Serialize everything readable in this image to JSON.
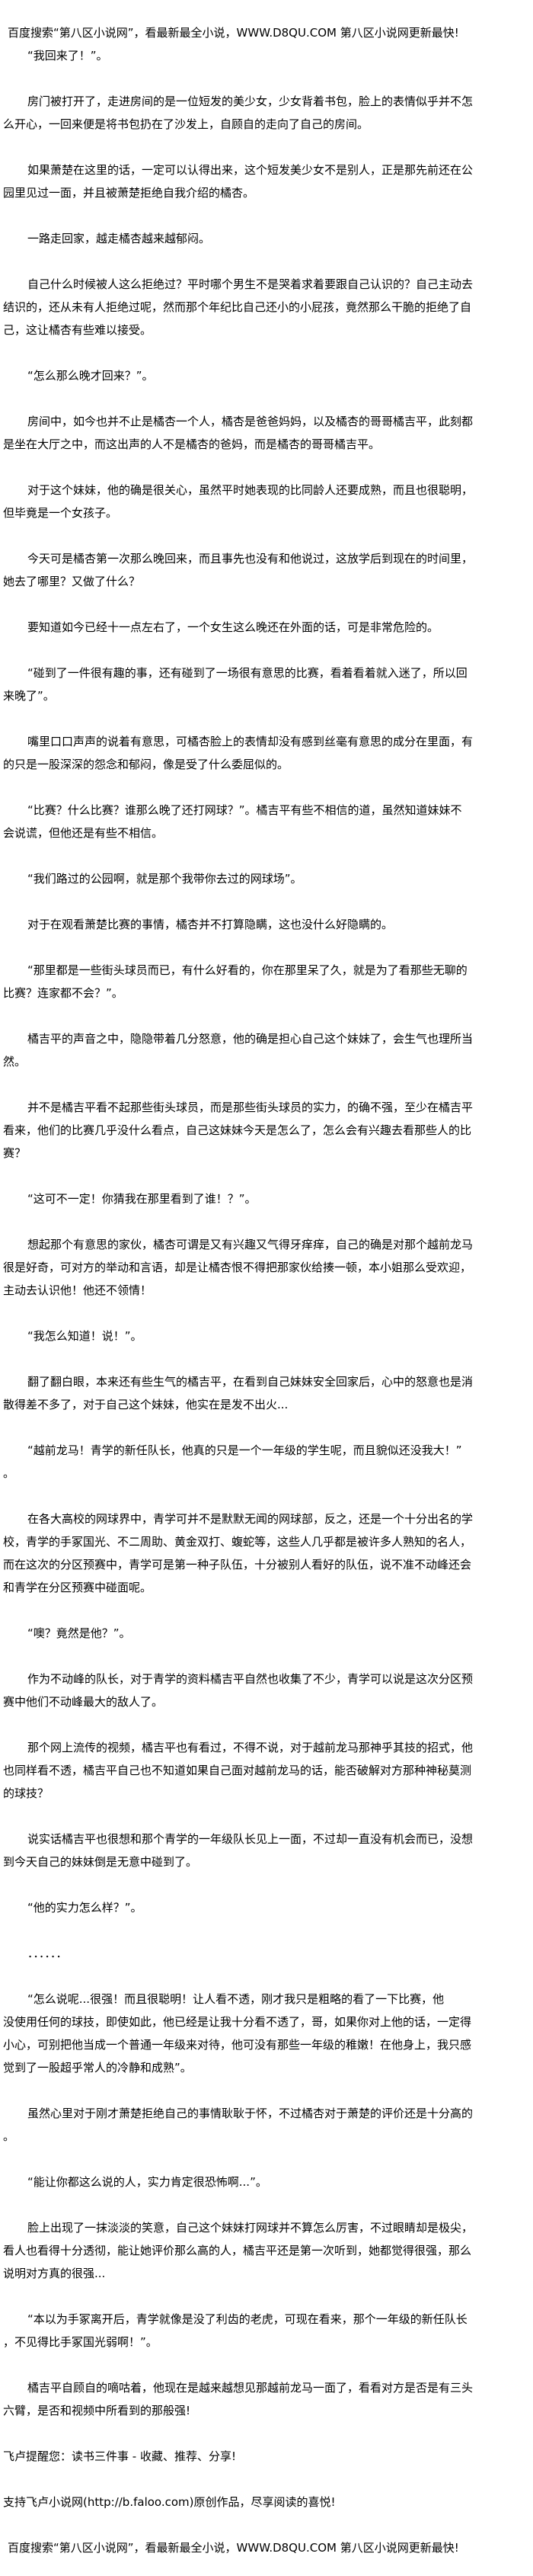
{
  "header_banner": "百度搜索“第八区小说网”，看最新最全小说，WWW.D8QU.COM  第八区小说网更新最快!",
  "paragraphs": [
    {
      "lines": [
        "“我回来了！”。"
      ]
    },
    {
      "lines": [
        "房门被打开了，走进房间的是一位短发的美少女，少女背着书包，脸上的表情似乎并不怎",
        "么开心，一回来便是将书包扔在了沙发上，自顾自的走向了自己的房间。"
      ]
    },
    {
      "lines": [
        "如果萧楚在这里的话，一定可以认得出来，这个短发美少女不是别人，正是那先前还在公",
        "园里见过一面，并且被萧楚拒绝自我介绍的橘杏。"
      ]
    },
    {
      "lines": [
        "一路走回家，越走橘杏越来越郁闷。"
      ]
    },
    {
      "lines": [
        "自己什么时候被人这么拒绝过？平时哪个男生不是哭着求着要跟自己认识的？自己主动去",
        "结识的，还从未有人拒绝过呢，然而那个年纪比自己还小的小屁孩，竟然那么干脆的拒绝了自",
        "己，这让橘杏有些难以接受。"
      ]
    },
    {
      "lines": [
        "“怎么那么晚才回来？”。"
      ]
    },
    {
      "lines": [
        "房间中，如今也并不止是橘杏一个人，橘杏是爸爸妈妈，以及橘杏的哥哥橘吉平，此刻都",
        "是坐在大厅之中，而这出声的人不是橘杏的爸妈，而是橘杏的哥哥橘吉平。"
      ]
    },
    {
      "lines": [
        "对于这个妹妹，他的确是很关心，虽然平时她表现的比同龄人还要成熟，而且也很聪明，",
        "但毕竟是一个女孩子。"
      ]
    },
    {
      "lines": [
        "今天可是橘杏第一次那么晚回来，而且事先也没有和他说过，这放学后到现在的时间里，",
        "她去了哪里？又做了什么？"
      ]
    },
    {
      "lines": [
        "要知道如今已经十一点左右了，一个女生这么晚还在外面的话，可是非常危险的。"
      ]
    },
    {
      "lines": [
        "“碰到了一件很有趣的事，还有碰到了一场很有意思的比赛，看着看着就入迷了，所以回",
        "来晚了”。"
      ]
    },
    {
      "lines": [
        "嘴里口口声声的说着有意思，可橘杏脸上的表情却没有感到丝毫有意思的成分在里面，有",
        "的只是一股深深的怨念和郁闷，像是受了什么委屈似的。"
      ]
    },
    {
      "lines": [
        "“比赛？什么比赛？谁那么晚了还打网球？”。橘吉平有些不相信的道，虽然知道妹妹不",
        "会说谎，但他还是有些不相信。"
      ]
    },
    {
      "lines": [
        "“我们路过的公园啊，就是那个我带你去过的网球场”。"
      ]
    },
    {
      "lines": [
        "对于在观看萧楚比赛的事情，橘杏并不打算隐瞒，这也没什么好隐瞒的。"
      ]
    },
    {
      "lines": [
        "“那里都是一些街头球员而已，有什么好看的，你在那里呆了久，就是为了看那些无聊的",
        "比赛？连家都不会？”。"
      ]
    },
    {
      "lines": [
        "橘吉平的声音之中，隐隐带着几分怒意，他的确是担心自己这个妹妹了，会生气也理所当",
        "然。"
      ]
    },
    {
      "lines": [
        "并不是橘吉平看不起那些街头球员，而是那些街头球员的实力，的确不强，至少在橘吉平",
        "看来，他们的比赛几乎没什么看点，自己这妹妹今天是怎么了，怎么会有兴趣去看那些人的比",
        "赛？"
      ]
    },
    {
      "lines": [
        "“这可不一定！你猜我在那里看到了谁！？”。"
      ]
    },
    {
      "lines": [
        "想起那个有意思的家伙，橘杏可谓是又有兴趣又气得牙痒痒，自己的确是对那个越前龙马",
        "很是好奇，可对方的举动和言语，却是让橘杏恨不得把那家伙给揍一顿，本小姐那么受欢迎，",
        "主动去认识他！他还不领情！"
      ]
    },
    {
      "lines": [
        "“我怎么知道！说！”。"
      ]
    },
    {
      "lines": [
        "翻了翻白眼，本来还有些生气的橘吉平，在看到自己妹妹安全回家后，心中的怒意也是消",
        "散得差不多了，对于自己这个妹妹，他实在是发不出火..."
      ]
    },
    {
      "lines": [
        "“越前龙马！青学的新任队长，他真的只是一个一年级的学生呢，而且貌似还没我大！”",
        "。"
      ]
    },
    {
      "lines": [
        "在各大高校的网球界中，青学可并不是默默无闻的网球部，反之，还是一个十分出名的学",
        "校，青学的手冢国光、不二周助、黄金双打、蝮蛇等，这些人几乎都是被许多人熟知的名人，",
        "而在这次的分区预赛中，青学可是第一种子队伍，十分被别人看好的队伍，说不准不动峰还会",
        "和青学在分区预赛中碰面呢。"
      ]
    },
    {
      "lines": [
        "“噢？竟然是他？”。"
      ]
    },
    {
      "lines": [
        "作为不动峰的队长，对于青学的资料橘吉平自然也收集了不少，青学可以说是这次分区预",
        "赛中他们不动峰最大的敌人了。"
      ]
    },
    {
      "lines": [
        "那个网上流传的视频，橘吉平也有看过，不得不说，对于越前龙马那神乎其技的招式，他",
        "也同样看不透，橘吉平自己也不知道如果自己面对越前龙马的话，能否破解对方那种神秘莫测",
        "的球技？"
      ]
    },
    {
      "lines": [
        "说实话橘吉平也很想和那个青学的一年级队长见上一面，不过却一直没有机会而已，没想",
        "到今天自己的妹妹倒是无意中碰到了。"
      ]
    },
    {
      "lines": [
        "“他的实力怎么样？”。"
      ]
    },
    {
      "lines": [
        "．．．．．．"
      ]
    },
    {
      "lines": [
        "“怎么说呢...很强！而且很聪明！让人看不透，刚才我只是粗略的看了一下比赛，他",
        "没使用任何的球技，即使如此，他已经是让我十分看不透了，哥，如果你对上他的话，一定得",
        "小心，可别把他当成一个普通一年级来对待，他可没有那些一年级的稚嫩！在他身上，我只感",
        "觉到了一股超乎常人的冷静和成熟”。"
      ]
    },
    {
      "lines": [
        "虽然心里对于刚才萧楚拒绝自己的事情耿耿于怀，不过橘杏对于萧楚的评价还是十分高的",
        "。"
      ]
    },
    {
      "lines": [
        "“能让你都这么说的人，实力肯定很恐怖啊...”。"
      ]
    },
    {
      "lines": [
        "脸上出现了一抹淡淡的笑意，自己这个妹妹打网球并不算怎么厉害，不过眼睛却是极尖，",
        "看人也看得十分透彻，能让她评价那么高的人，橘吉平还是第一次听到，她都觉得很强，那么",
        "说明对方真的很强..."
      ]
    },
    {
      "lines": [
        "“本以为手冢离开后，青学就像是没了利齿的老虎，可现在看来，那个一年级的新任队长",
        "，不见得比手冢国光弱啊！”。"
      ]
    },
    {
      "lines": [
        "橘吉平自顾自的嘀咕着，他现在是越来越想见那越前龙马一面了，看看对方是否是有三头",
        "六臂，是否和视频中所看到的那般强!"
      ]
    }
  ],
  "footer": {
    "reminder": "飞卢提醒您：读书三件事 - 收藏、推荐、分享!",
    "support": "支持飞卢小说网(http://b.faloo.com)原创作品，尽享阅读的喜悦!",
    "banner": "百度搜索“第八区小说网”，看最新最全小说，WWW.D8QU.COM  第八区小说网更新最快!"
  }
}
